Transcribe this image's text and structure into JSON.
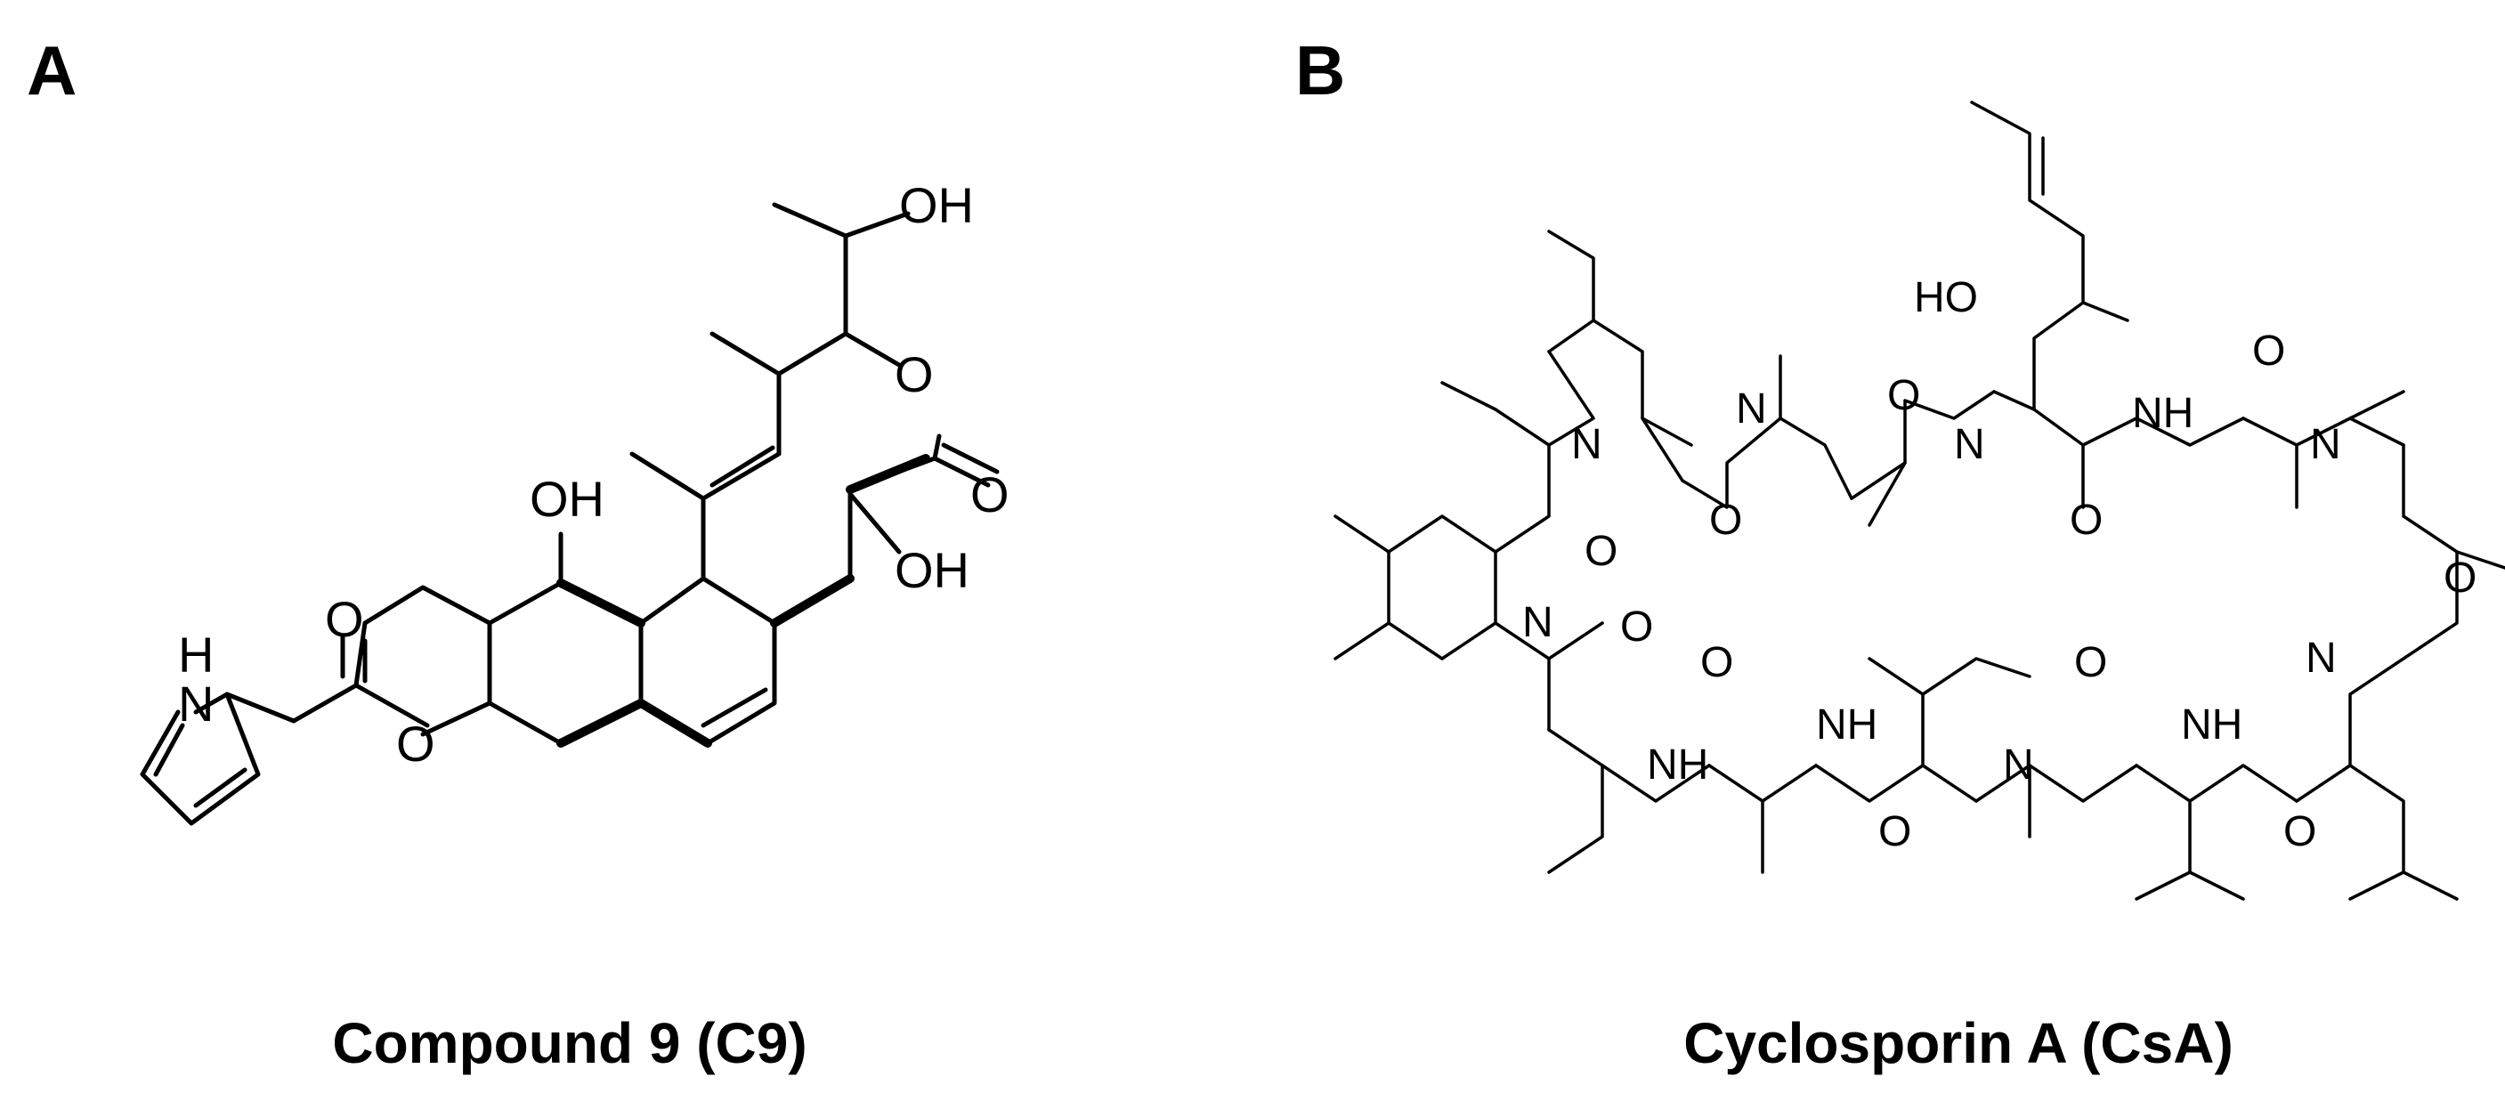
{
  "panels": [
    {
      "letter": "A",
      "caption": "Compound 9 (C9)",
      "atom_labels": {
        "oh_top": "OH",
        "o_ring": "O",
        "o_carbonyl_right": "O",
        "oh_right": "OH",
        "oh_left": "OH",
        "o_ester_carbonyl": "O",
        "o_ester": "O",
        "nh_pyrrole_h": "H",
        "nh_pyrrole_n": "N"
      }
    },
    {
      "letter": "B",
      "caption": "Cyclosporin A (CsA)",
      "atom_labels": {
        "ho": "HO",
        "n1": "N",
        "n2": "N",
        "n3": "N",
        "n4": "N",
        "n5": "N",
        "n6": "N",
        "n7": "N",
        "nh1": "NH",
        "nh2": "NH",
        "nh3": "NH",
        "nh4": "NH",
        "o1": "O",
        "o2": "O",
        "o3": "O",
        "o4": "O",
        "o5": "O",
        "o6": "O",
        "o7": "O",
        "o8": "O",
        "o9": "O",
        "o10": "O",
        "o11": "O"
      }
    }
  ]
}
